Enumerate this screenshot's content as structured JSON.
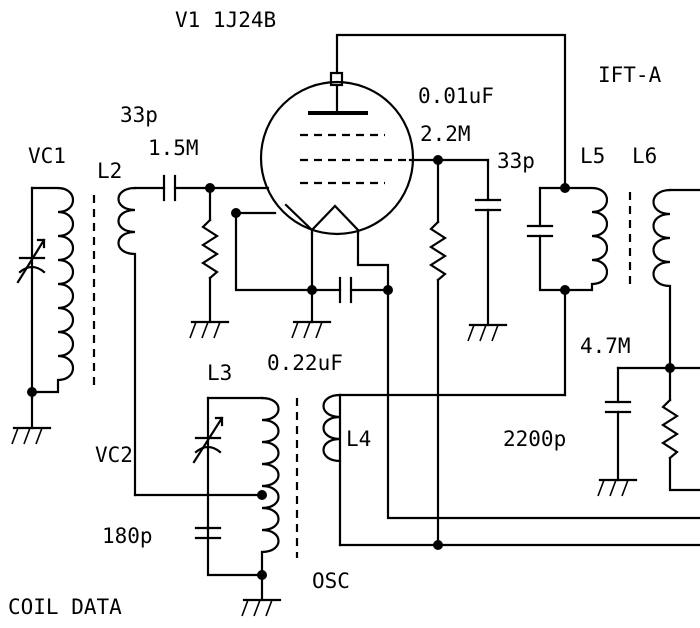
{
  "labels": {
    "tube": "V1 1J24B",
    "ift": "IFT-A",
    "cap_plate": "0.01uF",
    "cap_in": "33p",
    "res_grid": "1.5M",
    "res_screen": "2.2M",
    "cap_ift": "33p",
    "l5": "L5",
    "l6": "L6",
    "vc1": "VC1",
    "l2": "L2",
    "l3": "L3",
    "cap_osc": "0.22uF",
    "l4": "L4",
    "vc2": "VC2",
    "res_agc": "4.7M",
    "cap_agc": "2200p",
    "cap_pad": "180p",
    "osc": "OSC",
    "coil_data": "COIL DATA"
  }
}
